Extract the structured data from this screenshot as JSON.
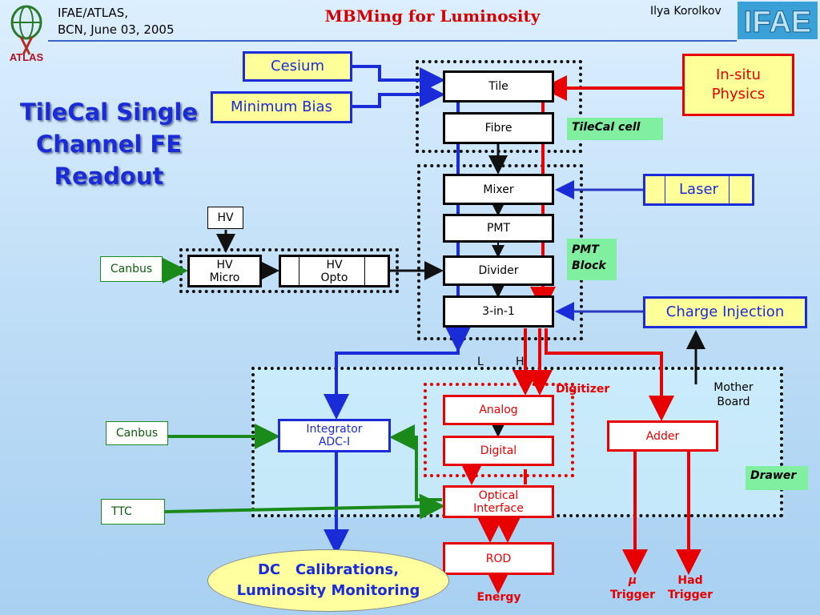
{
  "header": {
    "affiliation": "IFAE/ATLAS,",
    "date": "BCN, June 03, 2005",
    "title": "MBMing for Luminosity",
    "author": "Ilya Korolkov",
    "atlas_logo_text": "ATLAS",
    "ifae_logo_text": "IFAE"
  },
  "slide_title": {
    "line1": "TileCal Single",
    "line2": "Channel FE",
    "line3": "Readout"
  },
  "sources": {
    "cesium": "Cesium",
    "minimum_bias": "Minimum Bias",
    "in_situ_line1": "In-situ",
    "in_situ_line2": "Physics",
    "laser": "Laser",
    "charge_injection": "Charge Injection"
  },
  "chain": {
    "tile": "Tile",
    "fibre": "Fibre",
    "mixer": "Mixer",
    "pmt": "PMT",
    "divider": "Divider",
    "three_in_one": "3-in-1"
  },
  "tags": {
    "tilecal_cell": "TileCal cell",
    "pmt_block_line1": "PMT",
    "pmt_block_line2": "Block",
    "drawer": "Drawer"
  },
  "hv": {
    "hv": "HV",
    "micro_line1": "HV",
    "micro_line2": "Micro",
    "opto_line1": "HV",
    "opto_line2": "Opto"
  },
  "canbus_top": "Canbus",
  "canbus_mid": "Canbus",
  "ttc": "TTC",
  "gain_labels": {
    "low": "L",
    "high": "H"
  },
  "drawer": {
    "integrator_line1": "Integrator",
    "integrator_line2": "ADC-I",
    "analog": "Analog",
    "digital": "Digital",
    "digitizer": "Digitizer",
    "optical_line1": "Optical",
    "optical_line2": "Interface",
    "adder": "Adder",
    "mother_line1": "Mother",
    "mother_line2": "Board"
  },
  "outputs": {
    "rod": "ROD",
    "energy": "Energy",
    "mu_line1": "μ",
    "mu_line2": "Trigger",
    "had_line1": "Had",
    "had_line2": "Trigger",
    "dc_line1": "DC   Calibrations,",
    "dc_line2": "Luminosity Monitoring"
  },
  "colors": {
    "red": "#e80000",
    "blue": "#1a2bd8",
    "green": "#1a8a1a",
    "title_red": "#d40000"
  }
}
